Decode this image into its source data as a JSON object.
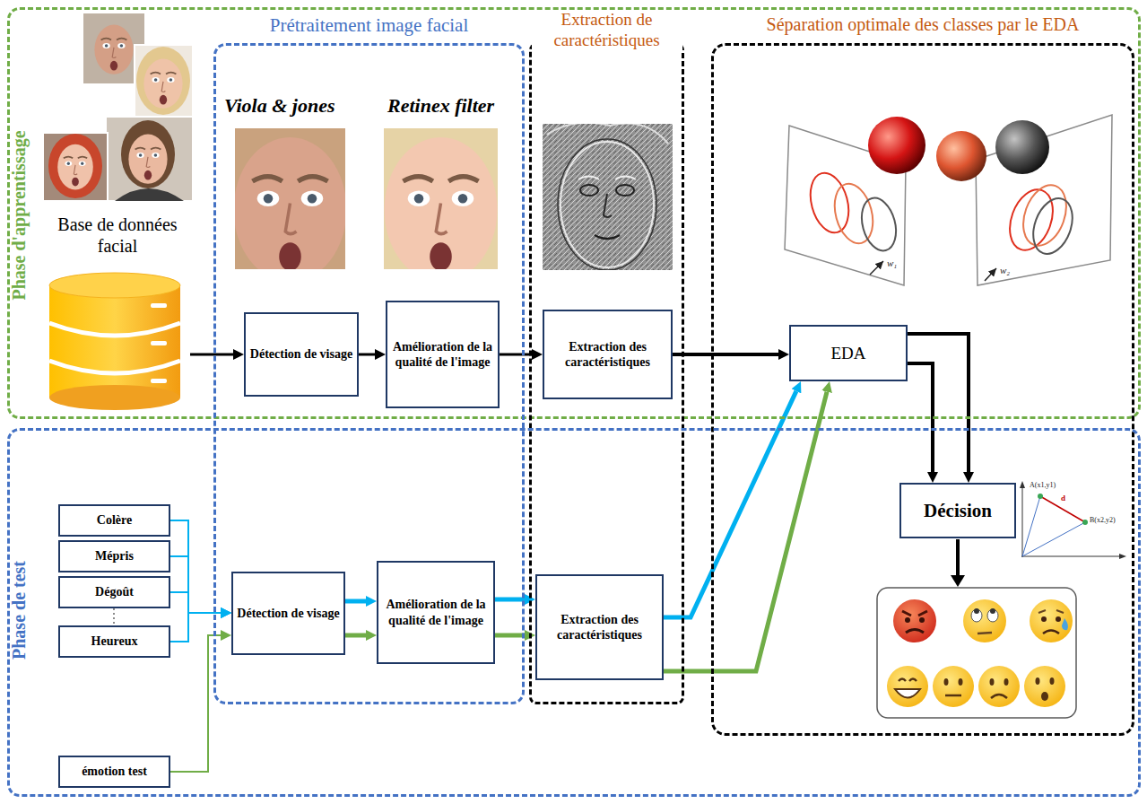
{
  "diagram": {
    "nodes": [
      {
        "text": [
          "Phase d'apprentissage"
        ]
      },
      {
        "text": [
          "Prétraitement image facial"
        ]
      },
      {
        "text": [
          "Extraction de caractéristiques"
        ]
      },
      {
        "text": [
          "Séparation optimale des classes par le EDA"
        ]
      },
      {
        "text": [
          "Base de données facial"
        ],
        "in": 0
      },
      {
        "text": [
          "Détection de visage"
        ],
        "in": 1
      },
      {
        "text": [
          "Amélioration de la qualité de l'image"
        ],
        "in": 1
      },
      {
        "text": [
          "Extraction des caractéristiques"
        ],
        "in": 2
      },
      {
        "text": [
          "EDA"
        ],
        "in": 3
      },
      {
        "text": [
          "Phase de test"
        ]
      },
      {
        "text": [
          "Colère"
        ],
        "in": 9
      },
      {
        "text": [
          "Mépris"
        ],
        "in": 9
      },
      {
        "text": [
          "Dégoût"
        ],
        "in": 9
      },
      {
        "text": [
          "Heureux"
        ],
        "in": 9
      },
      {
        "text": [
          "émotion test"
        ],
        "in": 9
      },
      {
        "text": [
          "Détection de visage"
        ],
        "in": 1
      },
      {
        "text": [
          "Amélioration de la qualité de l'image"
        ],
        "in": 1
      },
      {
        "text": [
          "Extraction des caractéristiques"
        ],
        "in": 2
      },
      {
        "text": [
          "Décision"
        ],
        "in": 3
      }
    ],
    "edges": [
      {
        "from": 4,
        "to": 5,
        "arrow": "to"
      },
      {
        "from": 5,
        "to": 6,
        "arrow": "to"
      },
      {
        "from": 6,
        "to": 7,
        "arrow": "to"
      },
      {
        "from": 7,
        "to": 8,
        "arrow": "to"
      },
      {
        "from": 8,
        "to": 18,
        "arrow": "to"
      },
      {
        "from": 8,
        "to": 18,
        "arrow": "to"
      },
      {
        "from": 10,
        "to": 15,
        "arrow": "to"
      },
      {
        "from": 11,
        "to": 15,
        "arrow": "to"
      },
      {
        "from": 12,
        "to": 15,
        "arrow": "to"
      },
      {
        "from": 13,
        "to": 15,
        "arrow": "to"
      },
      {
        "from": 14,
        "to": 15,
        "arrow": "to"
      },
      {
        "from": 15,
        "to": 16,
        "arrow": "to"
      },
      {
        "from": 15,
        "to": 16,
        "arrow": "to"
      },
      {
        "from": 16,
        "to": 17,
        "arrow": "to"
      },
      {
        "from": 16,
        "to": 17,
        "arrow": "to"
      },
      {
        "from": 17,
        "to": 8,
        "arrow": "to"
      },
      {
        "from": 17,
        "to": 8,
        "arrow": "to"
      }
    ],
    "labels": [
      "Viola & jones",
      "Retinex filter",
      "w₁",
      "w₂",
      "A(x1,y1)",
      "d",
      "B(x2,y2)"
    ]
  }
}
